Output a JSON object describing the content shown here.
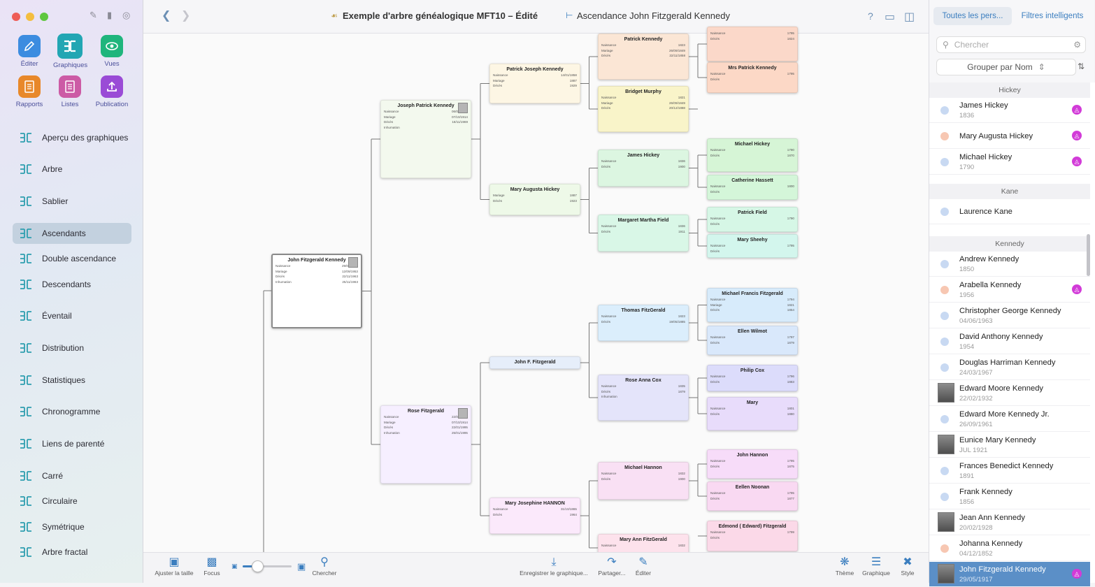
{
  "window": {
    "title": "Exemple d'arbre généalogique MFT10 – Édité",
    "chart_title": "Ascendance John Fitzgerald Kennedy",
    "help": "?"
  },
  "colors": {
    "accent": "#3b7ebf",
    "tool_edit": "#3c8ce0",
    "tool_charts": "#22a6b3",
    "tool_views": "#1fb57c",
    "tool_reports": "#e8882a",
    "tool_lists": "#cc5ba5",
    "tool_publish": "#9a4bd6",
    "badge": "#d23bd8",
    "selection": "#5b8fc7"
  },
  "tools": [
    {
      "label": "Éditer",
      "icon": "pencil-icon"
    },
    {
      "label": "Graphiques",
      "icon": "tree-chart-icon"
    },
    {
      "label": "Vues",
      "icon": "eye-icon"
    },
    {
      "label": "Rapports",
      "icon": "document-icon"
    },
    {
      "label": "Listes",
      "icon": "list-icon"
    },
    {
      "label": "Publication",
      "icon": "upload-icon"
    }
  ],
  "nav": [
    {
      "label": "Aperçu des graphiques",
      "icon": "grid-icon"
    },
    {
      "label": "Arbre",
      "icon": "tree-icon"
    },
    {
      "label": "Sablier",
      "icon": "hourglass-icon"
    },
    {
      "label": "Ascendants",
      "icon": "ancestors-icon",
      "selected": true
    },
    {
      "label": "Double ascendance",
      "icon": "double-ancestry-icon"
    },
    {
      "label": "Descendants",
      "icon": "descendants-icon"
    },
    {
      "label": "Éventail",
      "icon": "fan-icon"
    },
    {
      "label": "Distribution",
      "icon": "distribution-icon"
    },
    {
      "label": "Statistiques",
      "icon": "statistics-icon"
    },
    {
      "label": "Chronogramme",
      "icon": "timeline-icon"
    },
    {
      "label": "Liens de parenté",
      "icon": "relationship-icon"
    },
    {
      "label": "Carré",
      "icon": "square-icon"
    },
    {
      "label": "Circulaire",
      "icon": "circular-icon"
    },
    {
      "label": "Symétrique",
      "icon": "symmetric-icon"
    },
    {
      "label": "Arbre fractal",
      "icon": "fractal-tree-icon"
    }
  ],
  "tree": {
    "root": {
      "name": "John Fitzgerald Kennedy",
      "events": [
        [
          "Naissance",
          "29/05/1917"
        ],
        [
          "Mariage",
          "12/09/1953"
        ],
        [
          "Décès",
          "22/11/1963"
        ],
        [
          "Inhumation",
          "25/11/1963"
        ]
      ]
    },
    "gen1": [
      {
        "name": "Joseph Patrick Kennedy",
        "events": [
          [
            "Naissance",
            "06/09/1888"
          ],
          [
            "Mariage",
            "07/10/1914"
          ],
          [
            "Décès",
            "18/11/1969"
          ],
          [
            "Inhumation",
            ""
          ]
        ]
      },
      {
        "name": "Rose Fitzgerald",
        "events": [
          [
            "Naissance",
            "22/07/1890"
          ],
          [
            "Mariage",
            "07/10/1914"
          ],
          [
            "Décès",
            "22/01/1995"
          ],
          [
            "Inhumation",
            "25/01/1995"
          ]
        ]
      }
    ],
    "gen2": [
      {
        "name": "Patrick Joseph Kennedy",
        "events": [
          [
            "Naissance",
            "14/01/1858"
          ],
          [
            "Mariage",
            "1887"
          ],
          [
            "Décès",
            "1929"
          ]
        ]
      },
      {
        "name": "Mary Augusta Hickey",
        "events": [
          [
            "Mariage",
            "1887"
          ],
          [
            "Décès",
            "1923"
          ]
        ]
      },
      {
        "name": "John F. Fitzgerald",
        "events": []
      },
      {
        "name": "Mary Josephine HANNON",
        "events": [
          [
            "Naissance",
            "31/10/1865"
          ],
          [
            "Décès",
            "1964"
          ]
        ]
      }
    ],
    "gen3": [
      {
        "name": "Patrick Kennedy",
        "events": [
          [
            "Naissance",
            "1823"
          ],
          [
            "Mariage",
            "26/09/1849"
          ],
          [
            "Décès",
            "22/11/1858"
          ]
        ]
      },
      {
        "name": "Bridget Murphy",
        "events": [
          [
            "Naissance",
            "1821"
          ],
          [
            "Mariage",
            "26/09/1849"
          ],
          [
            "Décès",
            "20/12/1888"
          ]
        ]
      },
      {
        "name": "James Hickey",
        "events": [
          [
            "Naissance",
            "1836"
          ],
          [
            "Décès",
            "1900"
          ]
        ]
      },
      {
        "name": "Margaret Martha Field",
        "events": [
          [
            "Naissance",
            "1836"
          ],
          [
            "Décès",
            "1911"
          ]
        ]
      },
      {
        "name": "Thomas FitzGerald",
        "events": [
          [
            "Naissance",
            "1823"
          ],
          [
            "Décès",
            "19/05/1885"
          ]
        ]
      },
      {
        "name": "Rose Anna Cox",
        "events": [
          [
            "Naissance",
            "1835"
          ],
          [
            "Décès",
            "1879"
          ],
          [
            "Inhumation",
            ""
          ]
        ]
      },
      {
        "name": "Michael Hannon",
        "events": [
          [
            "Naissance",
            "1832"
          ],
          [
            "Décès",
            "1900"
          ]
        ]
      },
      {
        "name": "Mary Ann FitzGerald",
        "events": [
          [
            "Naissance",
            "1832"
          ]
        ]
      }
    ],
    "gen4": [
      {
        "name": "",
        "events": [
          [
            "Naissance",
            "1795"
          ],
          [
            "Décès",
            "1824"
          ]
        ]
      },
      {
        "name": "Mrs Patrick Kennedy",
        "events": [
          [
            "Naissance",
            "1795"
          ],
          [
            "Décès",
            ""
          ]
        ]
      },
      {
        "name": "Michael Hickey",
        "events": [
          [
            "Naissance",
            "1790"
          ],
          [
            "Décès",
            "1870"
          ]
        ]
      },
      {
        "name": "Catherine Hassett",
        "events": [
          [
            "Naissance",
            "1800"
          ],
          [
            "Décès",
            ""
          ]
        ]
      },
      {
        "name": "Patrick Field",
        "events": [
          [
            "Naissance",
            "1790"
          ],
          [
            "Décès",
            ""
          ]
        ]
      },
      {
        "name": "Mary Sheehy",
        "events": [
          [
            "Naissance",
            "1795"
          ],
          [
            "Décès",
            ""
          ]
        ]
      },
      {
        "name": "Michael Francis Fitzgerald",
        "events": [
          [
            "Naissance",
            "1794"
          ],
          [
            "Mariage",
            "1821"
          ],
          [
            "Décès",
            "1854"
          ]
        ]
      },
      {
        "name": "Ellen Wilmot",
        "events": [
          [
            "Naissance",
            "1797"
          ],
          [
            "Décès",
            "1879"
          ]
        ]
      },
      {
        "name": "Philip Cox",
        "events": [
          [
            "Naissance",
            "1796"
          ],
          [
            "Décès",
            "1883"
          ]
        ]
      },
      {
        "name": "Mary",
        "events": [
          [
            "Naissance",
            "1801"
          ],
          [
            "Décès",
            "1880"
          ]
        ]
      },
      {
        "name": "John Hannon",
        "events": [
          [
            "Naissance",
            "1795"
          ],
          [
            "Décès",
            "1875"
          ]
        ]
      },
      {
        "name": "Eellen Noonan",
        "events": [
          [
            "Naissance",
            "1795"
          ],
          [
            "Décès",
            "1877"
          ]
        ]
      },
      {
        "name": "Edmond ( Edward) Fitzgerald",
        "events": [
          [
            "Naissance",
            "1799"
          ],
          [
            "Décès",
            ""
          ]
        ]
      }
    ]
  },
  "bottom": {
    "fit": "Ajuster la taille",
    "focus": "Focus",
    "search": "Chercher",
    "save": "Enregistrer le graphique...",
    "share": "Partager...",
    "edit": "Éditer",
    "theme": "Thème",
    "chart": "Graphique",
    "style": "Style",
    "zoom_level": 0.3
  },
  "panel": {
    "tab_all": "Toutes les pers...",
    "tab_smart": "Filtres intelligents",
    "search_placeholder": "Chercher",
    "group_by": "Grouper par Nom",
    "groups": [
      {
        "name": "Hickey",
        "people": [
          {
            "name": "James Hickey",
            "date": "1836",
            "gender": "m",
            "badge": true
          },
          {
            "name": "Mary Augusta Hickey",
            "date": "",
            "gender": "f",
            "badge": true
          },
          {
            "name": "Michael Hickey",
            "date": "1790",
            "gender": "m",
            "badge": true
          }
        ]
      },
      {
        "name": "Kane",
        "people": [
          {
            "name": "Laurence Kane",
            "date": "",
            "gender": "m"
          }
        ]
      },
      {
        "name": "Kennedy",
        "people": [
          {
            "name": "Andrew Kennedy",
            "date": "1850",
            "gender": "m"
          },
          {
            "name": "Arabella Kennedy",
            "date": "1956",
            "gender": "f",
            "badge": true
          },
          {
            "name": "Christopher George Kennedy",
            "date": "04/06/1963",
            "gender": "m"
          },
          {
            "name": "David Anthony Kennedy",
            "date": "1954",
            "gender": "m"
          },
          {
            "name": "Douglas Harriman Kennedy",
            "date": "24/03/1967",
            "gender": "m"
          },
          {
            "name": "Edward Moore Kennedy",
            "date": "22/02/1932",
            "gender": "m",
            "photo": true
          },
          {
            "name": "Edward More Kennedy Jr.",
            "date": "26/09/1961",
            "gender": "m"
          },
          {
            "name": "Eunice Mary Kennedy",
            "date": "JUL 1921",
            "gender": "f",
            "photo": true
          },
          {
            "name": "Frances Benedict Kennedy",
            "date": "1891",
            "gender": "m"
          },
          {
            "name": "Frank Kennedy",
            "date": "1856",
            "gender": "m"
          },
          {
            "name": "Jean Ann Kennedy",
            "date": "20/02/1928",
            "gender": "f",
            "photo": true
          },
          {
            "name": "Johanna Kennedy",
            "date": "04/12/1852",
            "gender": "f"
          },
          {
            "name": "John Fitzgerald Kennedy",
            "date": "29/05/1917",
            "gender": "m",
            "photo": true,
            "selected": true,
            "badge": true
          }
        ]
      }
    ]
  }
}
